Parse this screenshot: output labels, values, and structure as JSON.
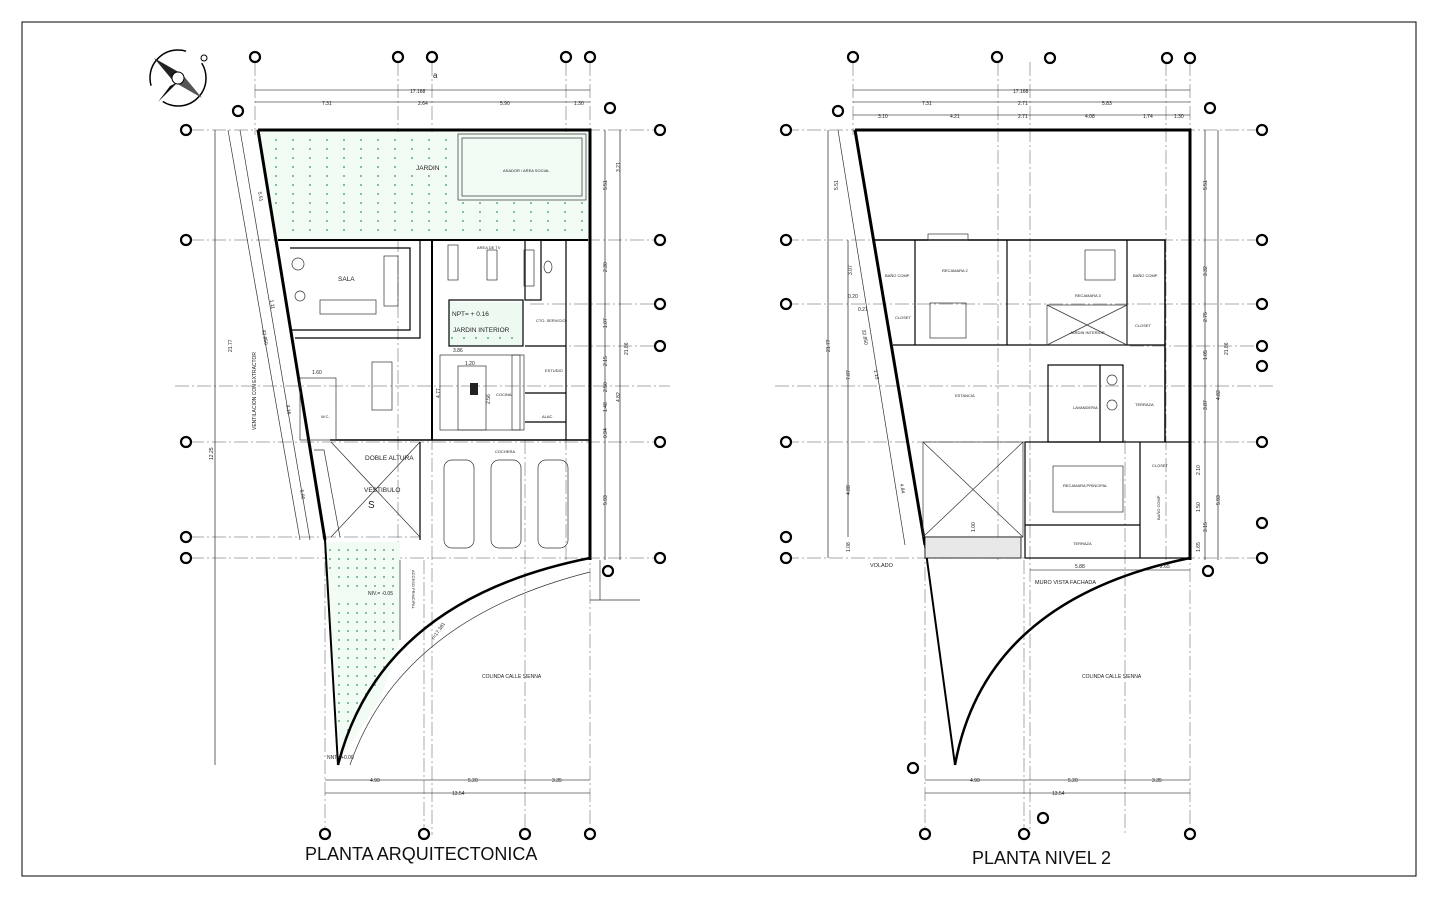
{
  "sheet": {
    "plan1": {
      "title": "PLANTA ARQUITECTONICA",
      "rooms": {
        "jardin": "JARDIN",
        "asador": "ASADOR / AREA SOCIAL",
        "sala": "SALA",
        "area_tv": "AREA DE TV",
        "jardin_interior": "JARDIN INTERIOR",
        "npt": "NPT= + 0.16",
        "cto_servicio": "CTO. SERVICIO",
        "estudio": "ESTUDIO",
        "cocina": "COCINA",
        "alac": "ALAC.",
        "wc": "W.C.",
        "doble_altura": "DOBLE ALTURA",
        "vestibulo": "VESTIBULO",
        "s_mark": "S",
        "cochera": "COCHERA",
        "acceso": "ACCESO PRINCIPAL",
        "nivel": "NIV.= -0.05",
        "nnt": "NNT.=+0.00",
        "colinda": "COLINDA CALLE SIENNA",
        "ventilacion": "VENTILACION CON EXTRACTOR",
        "radius": "r=17.381"
      },
      "dims_top": [
        "17.168",
        "7.31",
        "2.64",
        "5.90",
        "1.30"
      ],
      "dims_bottom": [
        "4.99",
        "5.20",
        "3.35",
        "13.54"
      ],
      "dims_right": [
        "3.21",
        "5.51",
        "2.30",
        "1.07",
        "2.15",
        "2.50",
        "4.82",
        "1.48",
        "0.94",
        "5.93",
        "21.86"
      ],
      "dims_left": [
        "21.77",
        "12.25",
        "5.51",
        "32.850",
        "1.11",
        "3.16",
        "5.00",
        "1.60"
      ],
      "dims_inner": [
        "3.86",
        "1.20",
        "2.56",
        "4.77"
      ],
      "section_mark": "a"
    },
    "plan2": {
      "title": "PLANTA NIVEL 2",
      "rooms": {
        "bano_comp_1": "BAÑO COMP",
        "recamara2": "RECAMARA 2",
        "closet_1": "CLOSET",
        "recamara3": "RECAMARA 3",
        "bano_comp_2": "BAÑO COMP",
        "jardin_interior": "JARDIN INTERIOR",
        "closet_2": "CLOSET",
        "estancia": "ESTANCIA",
        "lavanderia": "LAVANDERIA",
        "terraza_1": "TERRAZA",
        "closet_3": "CLOSET",
        "recamara_principal": "RECAMARA PRINCIPAL",
        "bano_comp_3": "BAÑO COMP",
        "terraza_2": "TERRAZA",
        "volado": "VOLADO",
        "muro": "MURO VISTA FACHADA",
        "colinda": "COLINDA CALLE SIENNA"
      },
      "dims_top_1": [
        "17.168"
      ],
      "dims_top_2": [
        "7.31",
        "2.71",
        "5.83"
      ],
      "dims_top_3": [
        "3.10",
        "4.21",
        "2.71",
        "4.08",
        "1.74",
        "1.30"
      ],
      "dims_bottom": [
        "4.99",
        "5.20",
        "3.35",
        "13.54"
      ],
      "dims_misc": [
        "5.88",
        "2.65",
        "1.00",
        "0.20",
        "0.21"
      ],
      "dims_right": [
        "5.51",
        "3.32",
        "2.75",
        "1.05",
        "3.87",
        "4.82",
        "2.10",
        "1.50",
        "3.15",
        "1.65",
        "5.93",
        "21.86"
      ],
      "dims_left": [
        "5.51",
        "3.07",
        "21.77",
        "7.07",
        "4.88",
        "1.08",
        "32.850",
        "1.13",
        "4.84"
      ]
    }
  }
}
